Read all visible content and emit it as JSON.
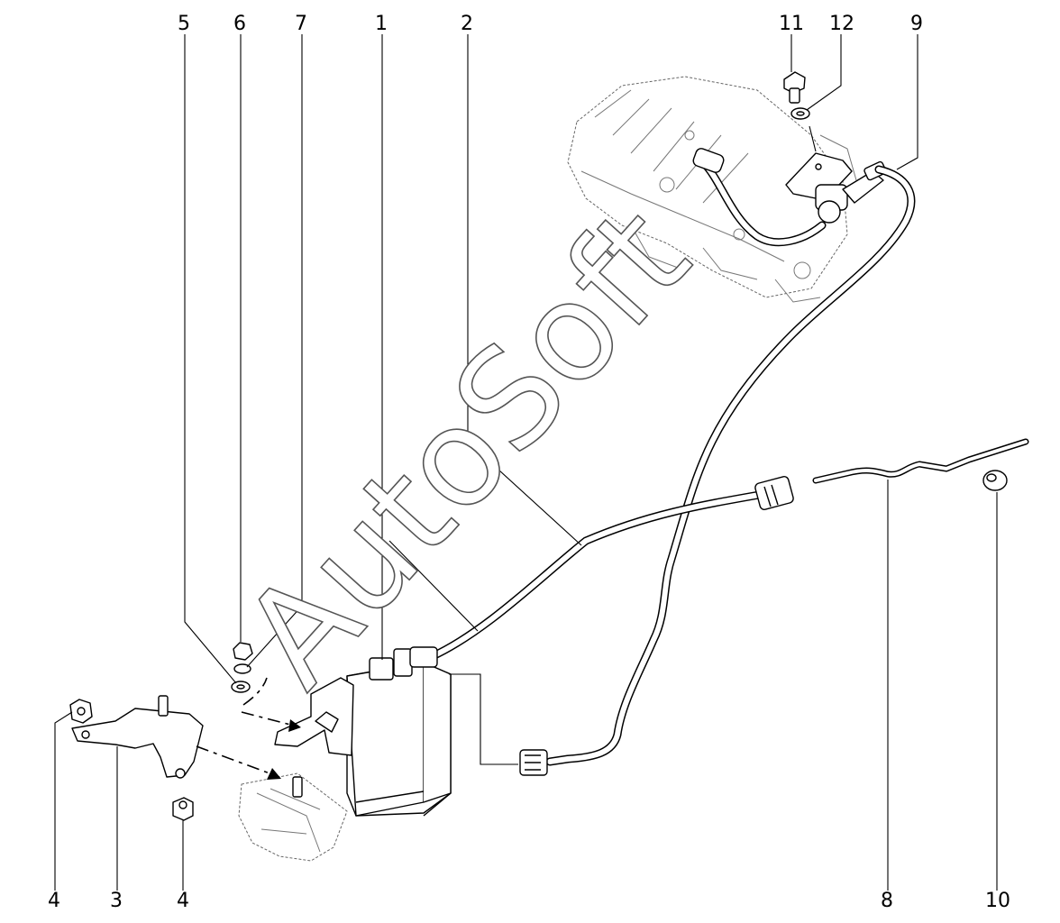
{
  "callouts": {
    "c1": "1",
    "c2": "2",
    "c3": "3",
    "c4a": "4",
    "c4b": "4",
    "c5": "5",
    "c6": "6",
    "c7": "7",
    "c8": "8",
    "c9": "9",
    "c10": "10",
    "c11": "11",
    "c12": "12"
  },
  "watermark": "AutoSoft"
}
